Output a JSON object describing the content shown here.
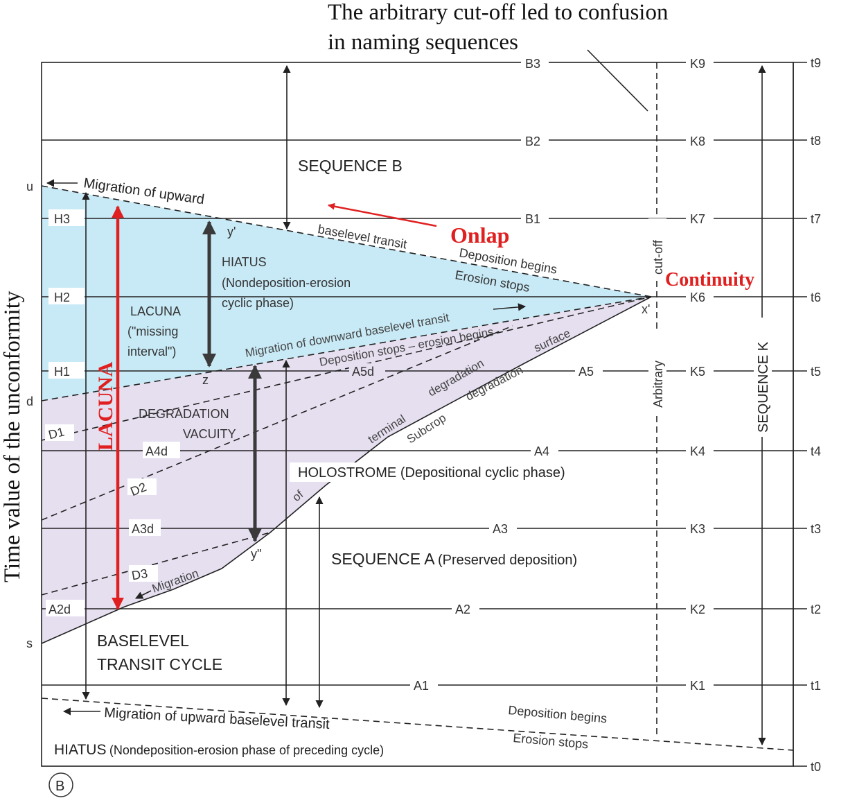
{
  "annotation_top": {
    "line1": "The arbitrary cut-off led to confusion",
    "line2": "in naming sequences"
  },
  "y_axis_label": "Time value of the unconformity",
  "panel_label": "B",
  "left_ticks": {
    "u": "u",
    "d": "d",
    "s": "s"
  },
  "time_labels": [
    "t0",
    "t1",
    "t2",
    "t3",
    "t4",
    "t5",
    "t6",
    "t7",
    "t8",
    "t9"
  ],
  "horizon_labels": {
    "B3": "B3",
    "B2": "B2",
    "B1": "B1",
    "A5": "A5",
    "A4": "A4",
    "A3": "A3",
    "A2": "A2",
    "A1": "A1",
    "A5d": "A5d",
    "A4d": "A4d",
    "A3d": "A3d",
    "A2d": "A2d",
    "H1": "H1",
    "H2": "H2",
    "H3": "H3",
    "D1": "D1",
    "D2": "D2",
    "D3": "D3"
  },
  "k_labels": [
    "K1",
    "K2",
    "K3",
    "K4",
    "K5",
    "K6",
    "K7",
    "K8",
    "K9"
  ],
  "points": {
    "y_prime": "y'",
    "y_double": "y\"",
    "z": "z",
    "x_prime": "x'"
  },
  "texts": {
    "sequence_b": "SEQUENCE B",
    "sequence_a": "SEQUENCE A",
    "sequence_a_note": "(Preserved deposition)",
    "sequence_k": "SEQUENCE  K",
    "migration_upward_top_1": "Migration  of  upward",
    "migration_upward_top_2": "baselevel transit",
    "deposition_begins_top": "Deposition begins",
    "erosion_stops_top": "Erosion stops",
    "hiatus_1": "HIATUS",
    "hiatus_2": "(Nondeposition-erosion",
    "hiatus_3": "cyclic phase)",
    "lacuna_1": "LACUNA",
    "lacuna_2": "(\"missing",
    "lacuna_3": "interval\")",
    "migration_downward": "Migration of downward baselevel transit",
    "deposition_stops": "Deposition stops – erosion begins",
    "degradation_vacuity_1": "DEGRADATION",
    "degradation_vacuity_2": "VACUITY",
    "terminal": "terminal",
    "degradation": "degradation",
    "subcrop": "Subcrop",
    "degradation2": "degradation",
    "surface": "surface",
    "holostrome": "HOLOSTROME",
    "holostrome_note": "(Depositional cyclic phase)",
    "of": "of",
    "migration_small": "Migration",
    "baselevel_transit_cycle_1": "BASELEVEL",
    "baselevel_transit_cycle_2": "TRANSIT CYCLE",
    "migration_upward_bottom": "Migration of upward baselevel transit",
    "deposition_begins_bottom": "Deposition begins",
    "erosion_stops_bottom": "Erosion stops",
    "hiatus_bottom": "HIATUS",
    "hiatus_bottom_note": "(Nondeposition-erosion phase of preceding cycle)",
    "cut_off": "cut-off",
    "arbitrary": "Arbitrary"
  },
  "overlays": {
    "onlap": "Onlap",
    "continuity": "Continuity",
    "lacuna_red": "LACUNA"
  },
  "colors": {
    "hiatus_fill": "#c8eaf6",
    "vacuity_fill": "#e6dff0",
    "red": "#e02020",
    "black": "#222222",
    "dark_arrow": "#3a3a3a"
  }
}
